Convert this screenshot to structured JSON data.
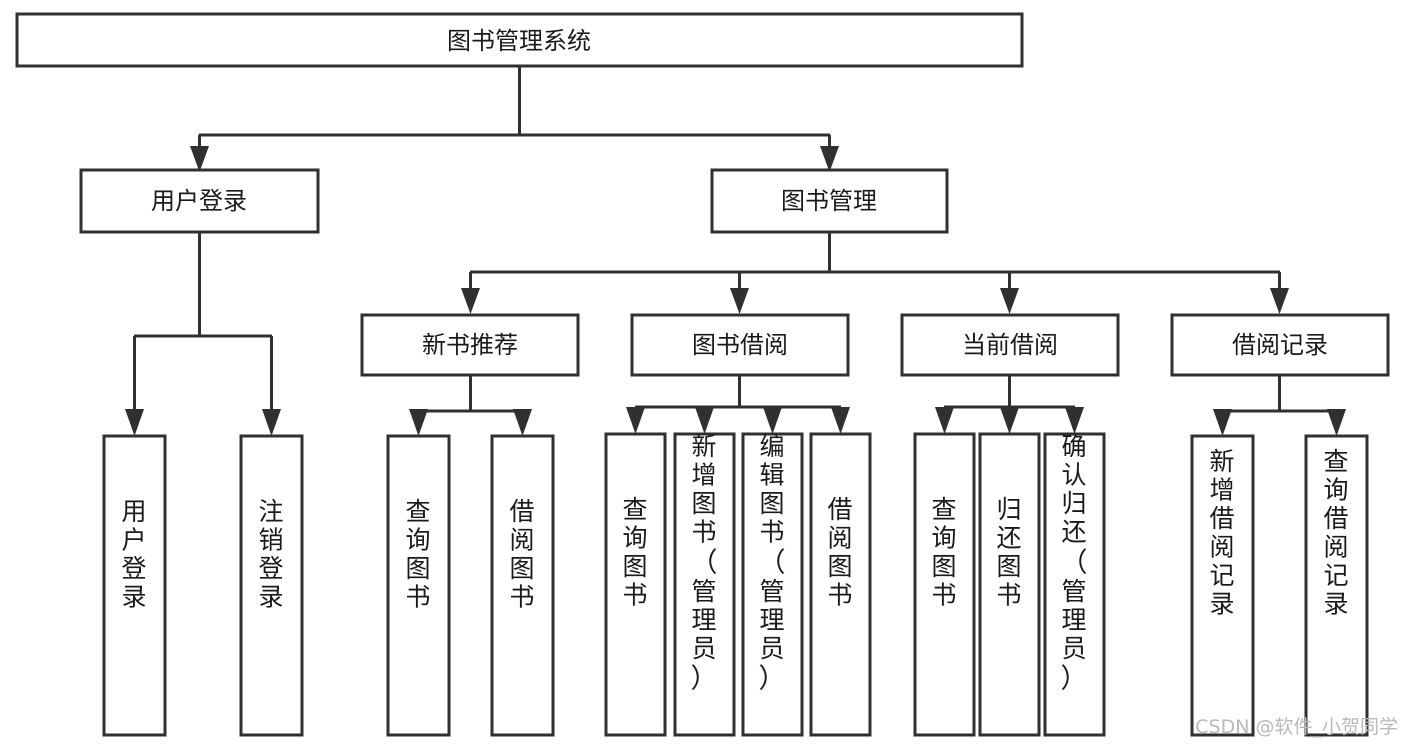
{
  "diagram": {
    "type": "tree-hierarchy",
    "title": "图书管理系统",
    "orientation": "top-down",
    "colors": {
      "box_stroke": "#303030",
      "box_fill": "#ffffff",
      "connector": "#303030",
      "text": "#1a1a1a",
      "watermark": "#b9b9b9",
      "background": "#ffffff"
    },
    "root": {
      "label": "图书管理系统"
    },
    "level2": [
      {
        "label": "用户登录"
      },
      {
        "label": "图书管理"
      }
    ],
    "level3": [
      {
        "label": "新书推荐"
      },
      {
        "label": "图书借阅"
      },
      {
        "label": "当前借阅"
      },
      {
        "label": "借阅记录"
      }
    ],
    "leaves_user_login": [
      {
        "label": "用户登录"
      },
      {
        "label": "注销登录"
      }
    ],
    "leaves_new_book": [
      {
        "label": "查询图书"
      },
      {
        "label": "借阅图书"
      }
    ],
    "leaves_borrow": [
      {
        "label": "查询图书"
      },
      {
        "label": "新增图书（管理员）"
      },
      {
        "label": "编辑图书（管理员）"
      },
      {
        "label": "借阅图书"
      }
    ],
    "leaves_current": [
      {
        "label": "查询图书"
      },
      {
        "label": "归还图书"
      },
      {
        "label": "确认归还（管理员）"
      }
    ],
    "leaves_records": [
      {
        "label": "新增借阅记录"
      },
      {
        "label": "查询借阅记录"
      }
    ]
  },
  "watermark": {
    "text": "CSDN @软件_小贺同学"
  }
}
